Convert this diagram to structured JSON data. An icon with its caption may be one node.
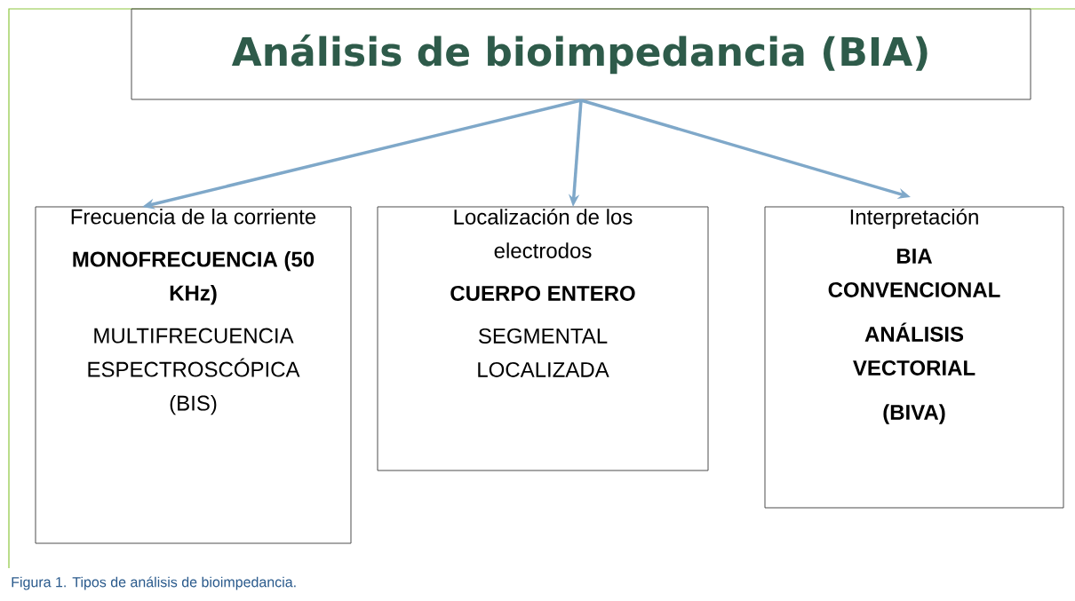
{
  "diagram": {
    "caption": "Figura 1. Tipos de análisis de bioimpedancia.",
    "nodes": [
      {
        "text": [
          "Análisis de bioimpedancia (BIA)"
        ]
      },
      {
        "text": [
          "Frecuencia de la corriente",
          "MONOFRECUENCIA (50 KHz)",
          "MULTIFRECUENCIA",
          "ESPECTROSCÓPICA (BIS)"
        ]
      },
      {
        "text": [
          "Localización de los electrodos",
          "CUERPO ENTERO",
          "SEGMENTAL",
          "LOCALIZADA"
        ]
      },
      {
        "text": [
          "Interpretación",
          "BIA CONVENCIONAL",
          "ANÁLISIS VECTORIAL",
          "(BIVA)"
        ]
      }
    ],
    "edges": [
      {
        "from": 0,
        "to": 1,
        "arrow": "to"
      },
      {
        "from": 0,
        "to": 2,
        "arrow": "to"
      },
      {
        "from": 0,
        "to": 3,
        "arrow": "to"
      }
    ]
  }
}
